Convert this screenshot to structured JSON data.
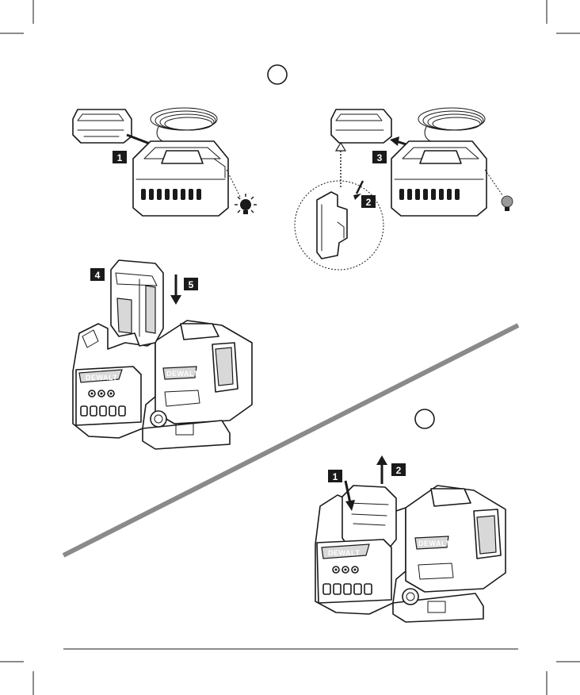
{
  "labels": {
    "step_a1": "1",
    "step_a2": "2",
    "step_a3": "3",
    "step_a4": "4",
    "step_a5": "5",
    "step_b1": "1",
    "step_b2": "2"
  },
  "brand": {
    "logo_text": "DEWALT"
  },
  "colors": {
    "label_bg": "#1a1a1a",
    "divider": "#8a8a8a",
    "lamp_on": "#1a1a1a",
    "lamp_off": "#9a9a9a"
  }
}
